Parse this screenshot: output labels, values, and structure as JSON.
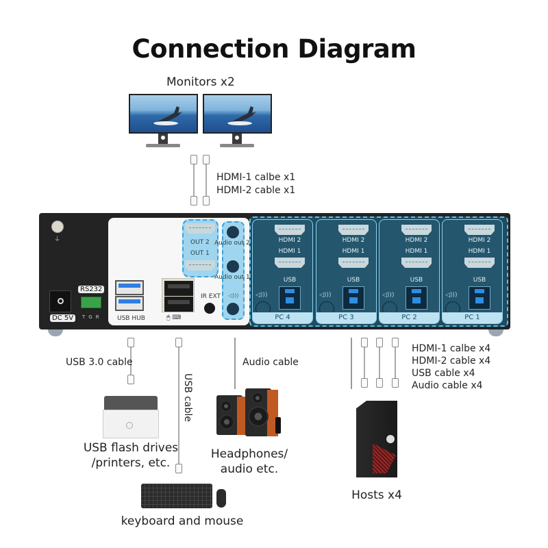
{
  "title": "Connection Diagram",
  "monitors": {
    "label": "Monitors x2",
    "cable_labels": [
      "HDMI-1 calbe x1",
      "HDMI-2 cable x1"
    ]
  },
  "device": {
    "dc_label": "DC 5V",
    "rs232_label": "RS232",
    "rs232_pins": [
      "T",
      "G",
      "R"
    ],
    "usb_hub_label": "USB HUB",
    "out_labels": [
      "OUT 2",
      "OUT 1"
    ],
    "audio_labels": [
      "Audio out 2",
      "Audio out 1"
    ],
    "ir_ext_label": "IR EXT",
    "speaker_symbol": "◁)))",
    "km_symbols": "🖱 ⌨",
    "pc_ports": [
      {
        "name": "PC 4",
        "hdmi2": "HDMI 2",
        "hdmi1": "HDMI 1",
        "usb": "USB"
      },
      {
        "name": "PC 3",
        "hdmi2": "HDMI 2",
        "hdmi1": "HDMI 1",
        "usb": "USB"
      },
      {
        "name": "PC 2",
        "hdmi2": "HDMI 2",
        "hdmi1": "HDMI 1",
        "usb": "USB"
      },
      {
        "name": "PC 1",
        "hdmi2": "HDMI 2",
        "hdmi1": "HDMI 1",
        "usb": "USB"
      }
    ]
  },
  "cables": {
    "usb30": "USB 3.0 cable",
    "usb": "USB cable",
    "audio": "Audio cable",
    "host_bundle": [
      "HDMI-1 calbe x4",
      "HDMI-2 cable x4",
      "USB cable x4",
      "Audio cable x4"
    ]
  },
  "peripherals": {
    "printer": [
      "USB flash drives",
      "/printers, etc."
    ],
    "audio": [
      "Headphones/",
      "audio etc."
    ],
    "keyboard": "keyboard and mouse",
    "hosts": "Hosts x4"
  },
  "colors": {
    "device_body": "#232323",
    "port_zone": "#1e4c62",
    "highlight": "#5bc0ea",
    "speaker_wood": "#c05a22"
  }
}
